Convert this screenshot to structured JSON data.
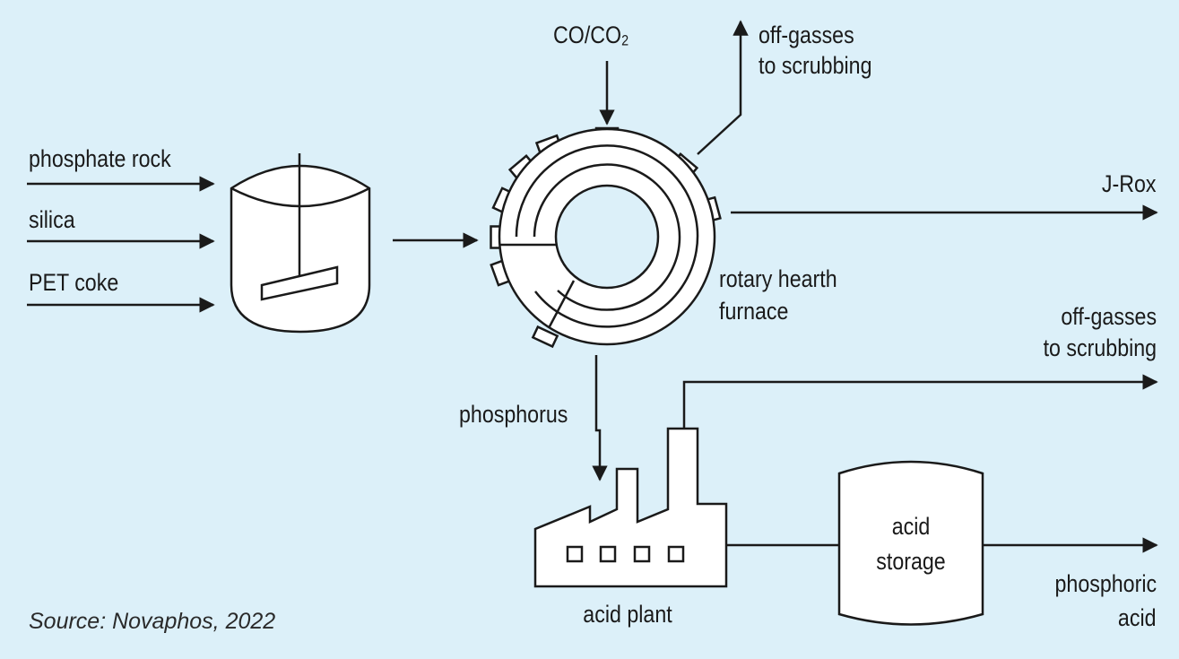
{
  "inputs": {
    "phosphate_rock": "phosphate rock",
    "silica": "silica",
    "pet_coke": "PET coke"
  },
  "furnace": {
    "gas_in_main": "CO/CO",
    "gas_in_sub": "2",
    "label_line1": "rotary hearth",
    "label_line2": "furnace"
  },
  "outputs": {
    "offgas_top_line1": "off-gasses",
    "offgas_top_line2": "to scrubbing",
    "jrox": "J-Rox",
    "offgas_right_line1": "off-gasses",
    "offgas_right_line2": "to scrubbing",
    "phosphorus": "phosphorus",
    "acid_plant": "acid plant",
    "storage_line1": "acid",
    "storage_line2": "storage",
    "phosphoric_line1": "phosphoric",
    "phosphoric_line2": "acid"
  },
  "source": "Source: Novaphos, 2022",
  "colors": {
    "background": "#dcf0f9",
    "stroke": "#1a1a1a",
    "shape_fill": "#ffffff"
  }
}
